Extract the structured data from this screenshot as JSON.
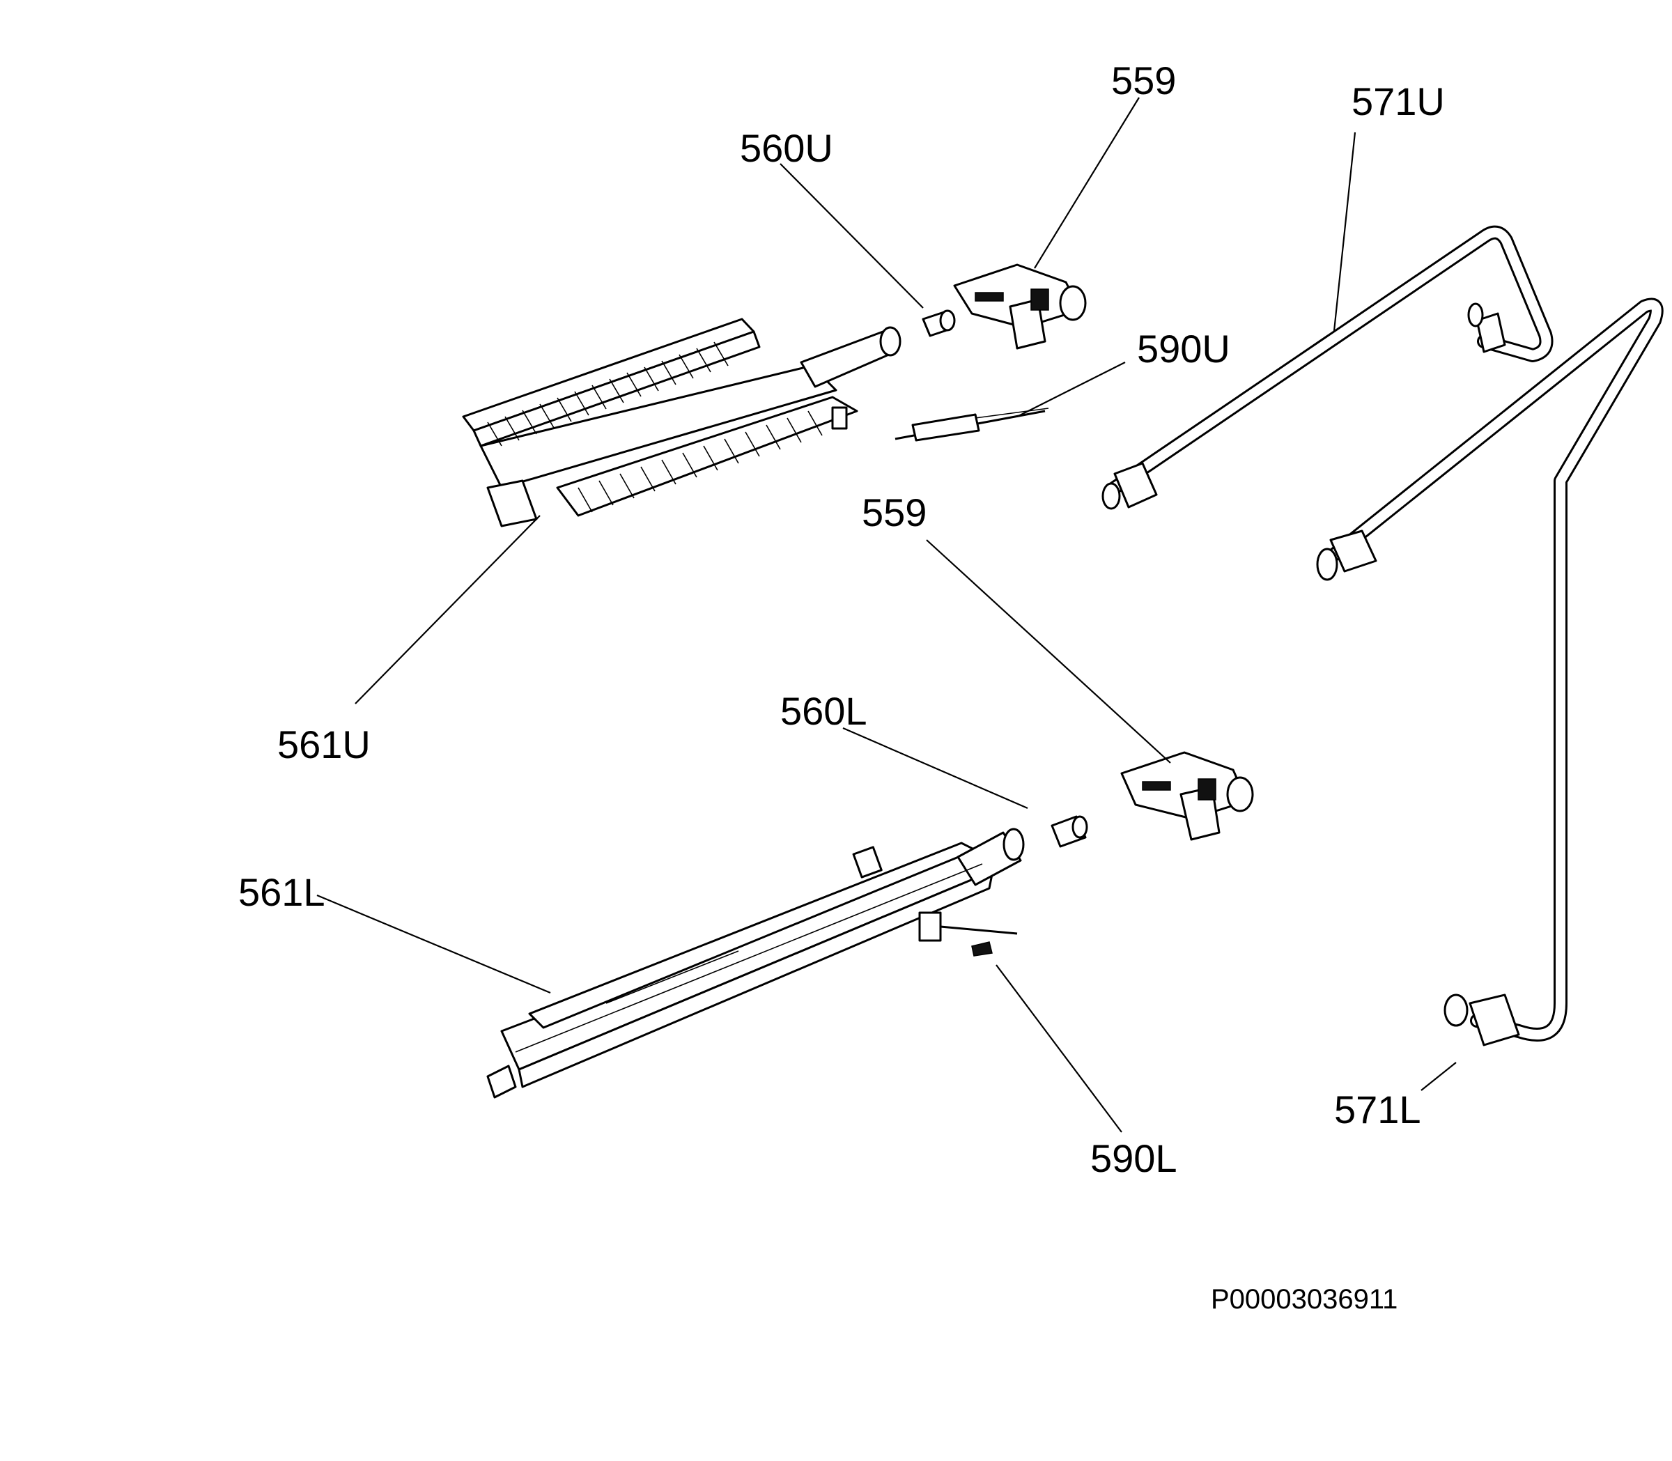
{
  "callouts": {
    "c559_upper": "559",
    "c571U": "571U",
    "c560U": "560U",
    "c590U": "590U",
    "c559_lower": "559",
    "c561U": "561U",
    "c560L": "560L",
    "c561L": "561L",
    "c571L": "571L",
    "c590L": "590L"
  },
  "document_id": "P00003036911"
}
